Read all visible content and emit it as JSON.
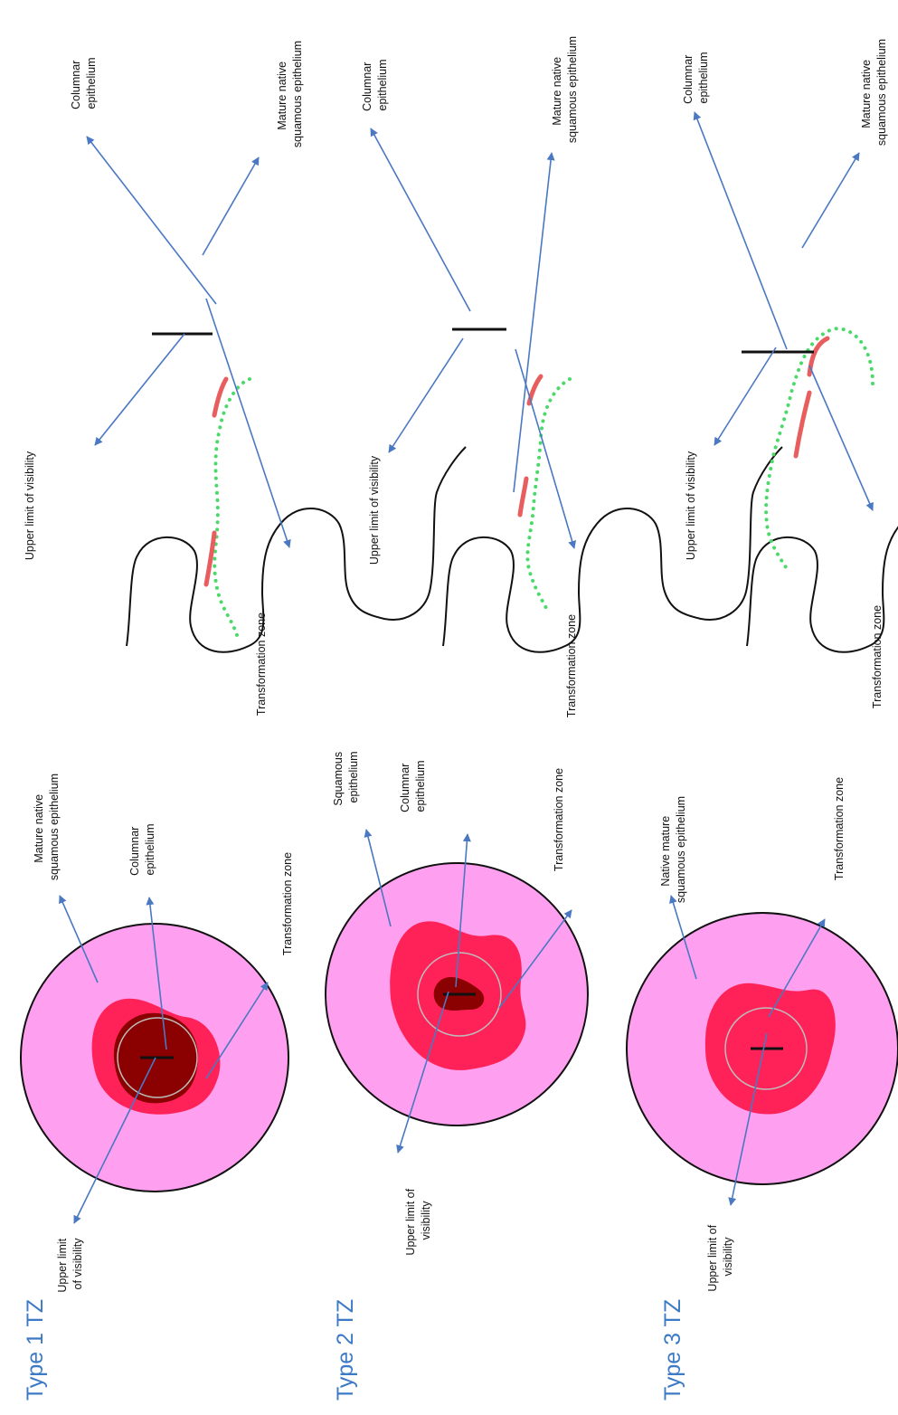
{
  "panels": [
    {
      "title": "Type 1 TZ",
      "disc": {
        "upper_limit": [
          "Upper limit",
          "of visibility"
        ],
        "columnar": [
          "Columnar",
          "epithelium"
        ],
        "squamous": [
          "Mature native",
          "squamous epithelium"
        ],
        "tz": [
          "Transformation zone"
        ]
      },
      "profile": {
        "upper_limit": [
          "Upper limit of visibility"
        ],
        "tz": [
          "Transformation zone"
        ],
        "columnar": [
          "Columnar",
          "epithelium"
        ],
        "squamous": [
          "Mature native",
          "squamous epithelium"
        ]
      }
    },
    {
      "title": "Type 2 TZ",
      "disc": {
        "upper_limit": [
          "Upper limit of",
          "visibility"
        ],
        "squamous": [
          "Squamous",
          "epithelium"
        ],
        "columnar": [
          "Columnar",
          "epithelium"
        ],
        "tz": [
          "Transformation zone"
        ]
      },
      "profile": {
        "upper_limit": [
          "Upper limit of visibility"
        ],
        "tz": [
          "Transformation zone"
        ],
        "columnar": [
          "Columnar",
          "epithelium"
        ],
        "squamous": [
          "Mature native",
          "squamous epithelium"
        ]
      }
    },
    {
      "title": "Type 3 TZ",
      "disc": {
        "upper_limit": [
          "Upper limit of",
          "visibility"
        ],
        "squamous": [
          "Native mature",
          "squamous epithelium"
        ],
        "tz": [
          "Transformation zone"
        ]
      },
      "profile": {
        "upper_limit": [
          "Upper limit of visibility"
        ],
        "tz": [
          "Transformation zone"
        ],
        "columnar": [
          "Columnar",
          "epithelium"
        ],
        "squamous": [
          "Mature native",
          "squamous epithelium"
        ]
      }
    }
  ],
  "colors": {
    "title": "#3d7ac6",
    "arrow": "#4a78c2",
    "squamous_pink": "#ff9ff0",
    "transformation_zone": "#ff2259",
    "columnar_dark": "#8b0000",
    "dots_green": "#4cd96a",
    "tz_band_red": "#e85e5e"
  }
}
